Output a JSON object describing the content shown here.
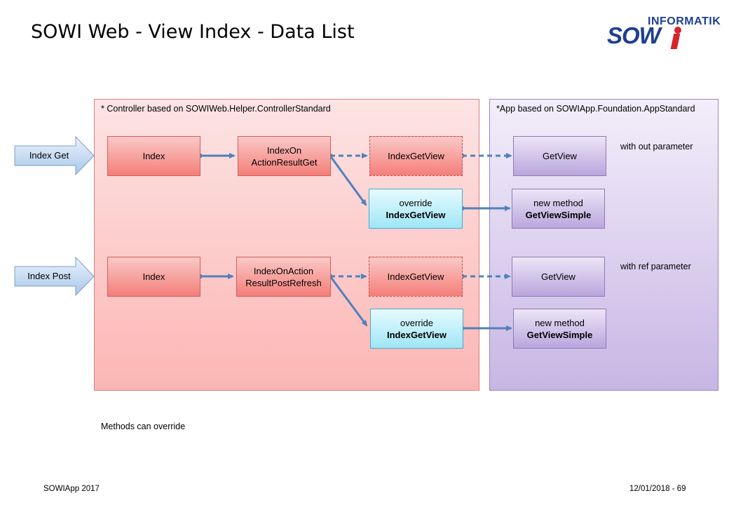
{
  "title": "SOWI Web - View Index - Data List",
  "logo": {
    "top": "INFORMATIK",
    "bottom": "SOW"
  },
  "controller_label": "* Controller based on SOWIWeb.Helper.ControllerStandard",
  "app_label": "*App based on SOWIApp.Foundation.AppStandard",
  "get_row": {
    "input": "Index Get",
    "index": "Index",
    "action": [
      "IndexOn",
      "ActionResultGet"
    ],
    "view": "IndexGetView",
    "override_line1": "override",
    "override_line2": "IndexGetView",
    "app_view": "GetView",
    "app_new_line1": "new method",
    "app_new_line2": "GetViewSimple",
    "note": "with out parameter"
  },
  "post_row": {
    "input": "Index Post",
    "index": "Index",
    "action": [
      "IndexOnAction",
      "ResultPostRefresh"
    ],
    "view": "IndexGetView",
    "override_line1": "override",
    "override_line2": "IndexGetView",
    "app_view": "GetView",
    "app_new_line1": "new method",
    "app_new_line2": "GetViewSimple",
    "note": "with ref parameter"
  },
  "caption": "Methods can override",
  "footer": {
    "left": "SOWIApp 2017",
    "right": "12/01/2018 - 69"
  }
}
